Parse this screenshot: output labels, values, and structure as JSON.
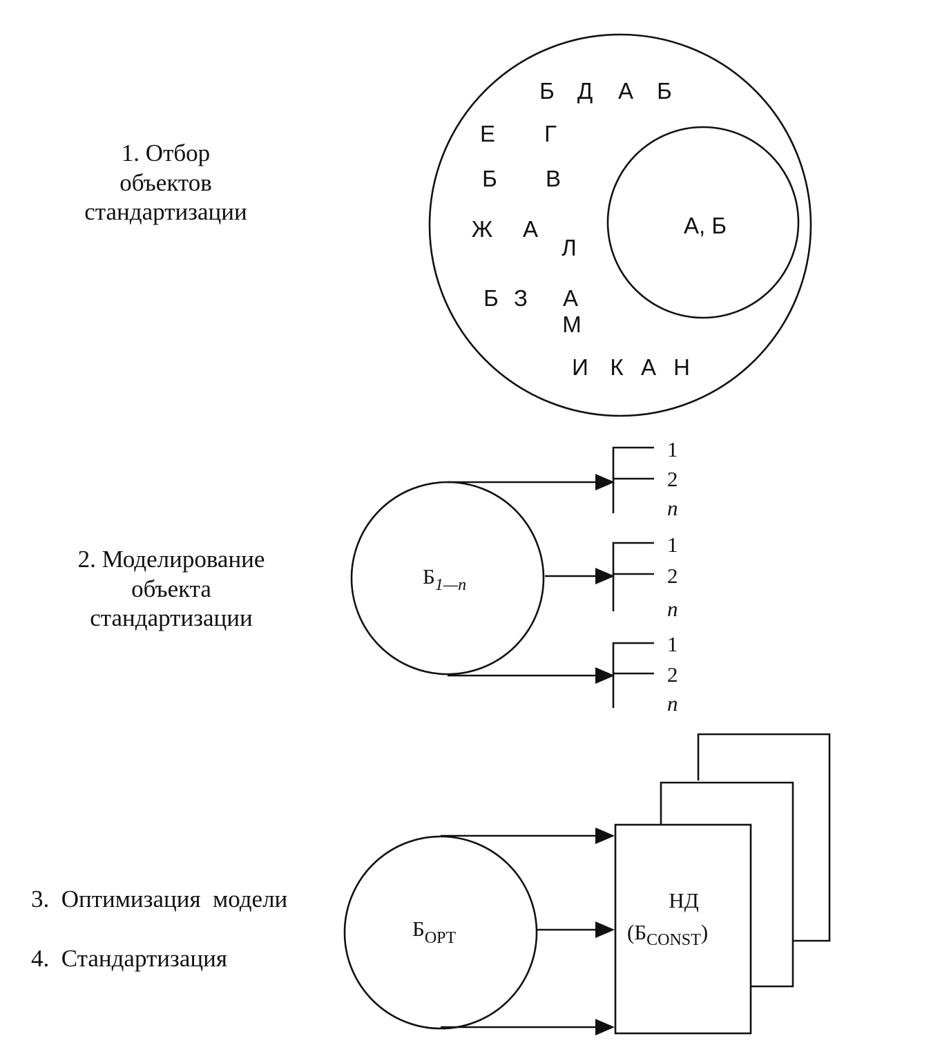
{
  "steps": {
    "step1": {
      "line1": "1. Отбор",
      "line2": "объектов",
      "line3": "стандартизации"
    },
    "step2": {
      "line1": "2. Моделирование",
      "line2": "объекта",
      "line3": "стандартизации"
    },
    "step3": "3.  Оптимизация  модели",
    "step4": "4.  Стандартизация"
  },
  "selection": {
    "letters": [
      "Б",
      "Д",
      "А",
      "Б",
      "Е",
      "Г",
      "Б",
      "В",
      "Ж",
      "А",
      "Л",
      "Б",
      "З",
      "А",
      "М",
      "И",
      "К",
      "А",
      "Н"
    ],
    "subset_label": "А, Б"
  },
  "model": {
    "main": "Б",
    "sub": "1—n",
    "groups": [
      {
        "items": [
          "1",
          "2",
          "n"
        ]
      },
      {
        "items": [
          "1",
          "2",
          "n"
        ]
      },
      {
        "items": [
          "1",
          "2",
          "n"
        ]
      }
    ]
  },
  "optimization": {
    "main": "Б",
    "sub": "OPT",
    "doc_line1": "НД",
    "doc_open": "(Б",
    "doc_sub": "CONST",
    "doc_close": ")"
  }
}
